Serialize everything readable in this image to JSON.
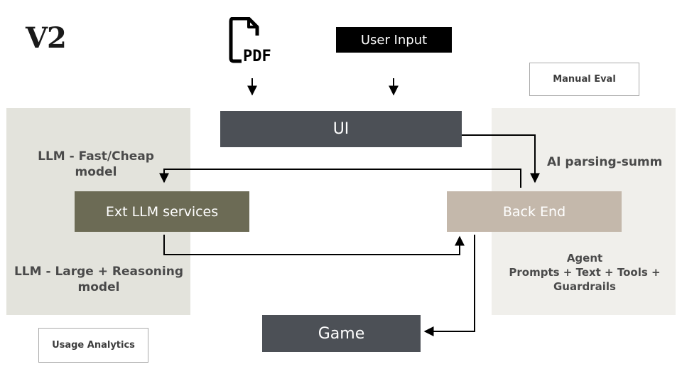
{
  "title": "V2",
  "nodes": {
    "pdf": "PDF",
    "user_input": "User Input",
    "ui": "UI",
    "ext_llm": "Ext LLM services",
    "back_end": "Back End",
    "game": "Game",
    "manual_eval": "Manual Eval",
    "usage_analytics": "Usage Analytics"
  },
  "labels": {
    "fast_cheap": [
      "LLM - Fast/Cheap",
      "model"
    ],
    "large_reasoning": [
      "LLM - Large + Reasoning",
      "model"
    ],
    "ai_parsing": "AI parsing-summ",
    "agent": [
      "Agent",
      "Prompts + Text + Tools +",
      "Guardrails"
    ]
  },
  "icons": {
    "pdf": "pdf-file-icon"
  },
  "colors": {
    "left_panel": "#e3e3dc",
    "right_panel": "#f0efeb",
    "ui_box": "#4c5056",
    "ext_llm_box": "#6c6b55",
    "back_end_box": "#c4b8ab",
    "game_box": "#4c5056",
    "user_input_box": "#000000"
  }
}
